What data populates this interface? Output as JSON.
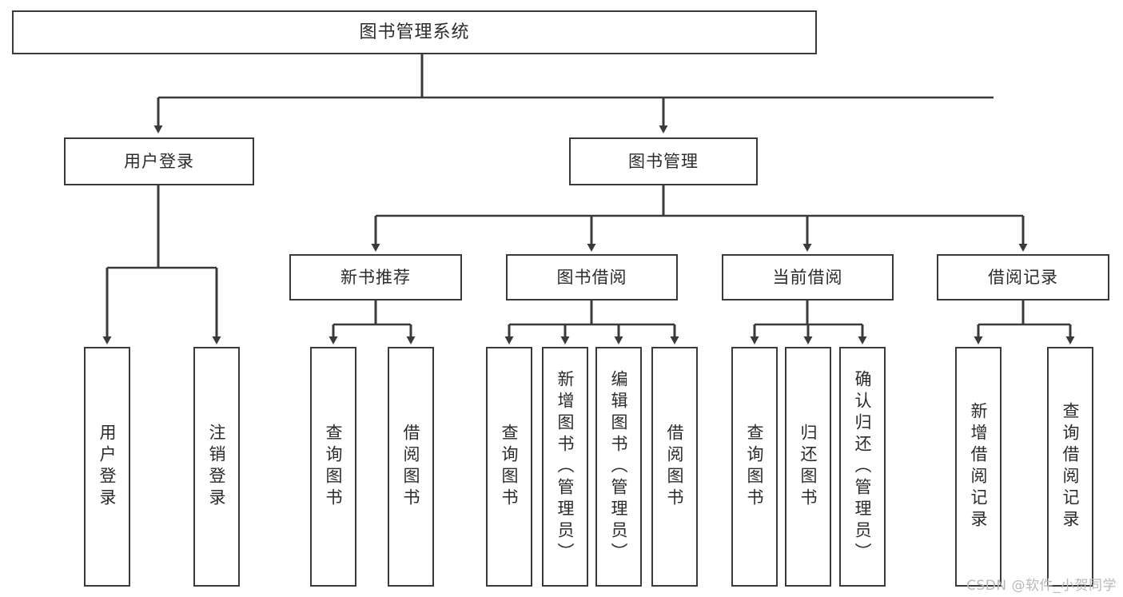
{
  "diagram": {
    "type": "tree",
    "title": "图书管理系统",
    "watermark": "CSDN @软件_小贺同学",
    "colors": {
      "box_border": "#3a3a3a",
      "box_fill": "#ffffff",
      "connector": "#3a3a3a",
      "text": "#2b2b2b",
      "watermark": "#b9b9b9",
      "background": "#ffffff"
    },
    "root": {
      "label": "图书管理系统"
    },
    "level2": [
      {
        "label": "用户登录"
      },
      {
        "label": "图书管理"
      }
    ],
    "level3": [
      {
        "label": "新书推荐"
      },
      {
        "label": "图书借阅"
      },
      {
        "label": "当前借阅"
      },
      {
        "label": "借阅记录"
      }
    ],
    "leaves": {
      "user_login": [
        {
          "label": "用户登录"
        },
        {
          "label": "注销登录"
        }
      ],
      "new_book_recommend": [
        {
          "label": "查询图书"
        },
        {
          "label": "借阅图书"
        }
      ],
      "book_borrow": [
        {
          "label": "查询图书"
        },
        {
          "label": "新增图书（管理员）"
        },
        {
          "label": "编辑图书（管理员）"
        },
        {
          "label": "借阅图书"
        }
      ],
      "current_borrow": [
        {
          "label": "查询图书"
        },
        {
          "label": "归还图书"
        },
        {
          "label": "确认归还（管理员）"
        }
      ],
      "borrow_records": [
        {
          "label": "新增借阅记录"
        },
        {
          "label": "查询借阅记录"
        }
      ]
    }
  }
}
